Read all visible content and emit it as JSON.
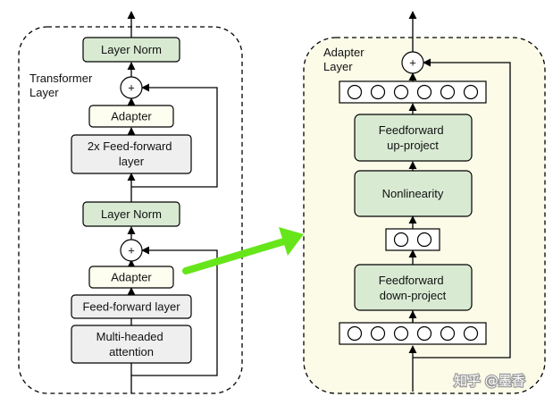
{
  "left_panel": {
    "title_line1": "Transformer",
    "title_line2": "Layer",
    "layer_norm_top": "Layer Norm",
    "adapter_top": "Adapter",
    "ffn_line1": "2x Feed-forward",
    "ffn_line2": "layer",
    "layer_norm_bottom": "Layer Norm",
    "adapter_bottom": "Adapter",
    "ff_layer": "Feed-forward layer",
    "mha_line1": "Multi-headed",
    "mha_line2": "attention",
    "plus": "+"
  },
  "right_panel": {
    "title_line1": "Adapter",
    "title_line2": "Layer",
    "up_line1": "Feedforward",
    "up_line2": "up-project",
    "nonlinearity": "Nonlinearity",
    "down_line1": "Feedforward",
    "down_line2": "down-project",
    "plus": "+"
  },
  "watermark": "知乎 @墨香",
  "colors": {
    "green_fill": "#d9ead3",
    "green_stroke": "#6aa84f",
    "adapter_bg": "#fcfbe8",
    "arrow_green": "#66e61a",
    "gray_fill": "#efefef"
  }
}
